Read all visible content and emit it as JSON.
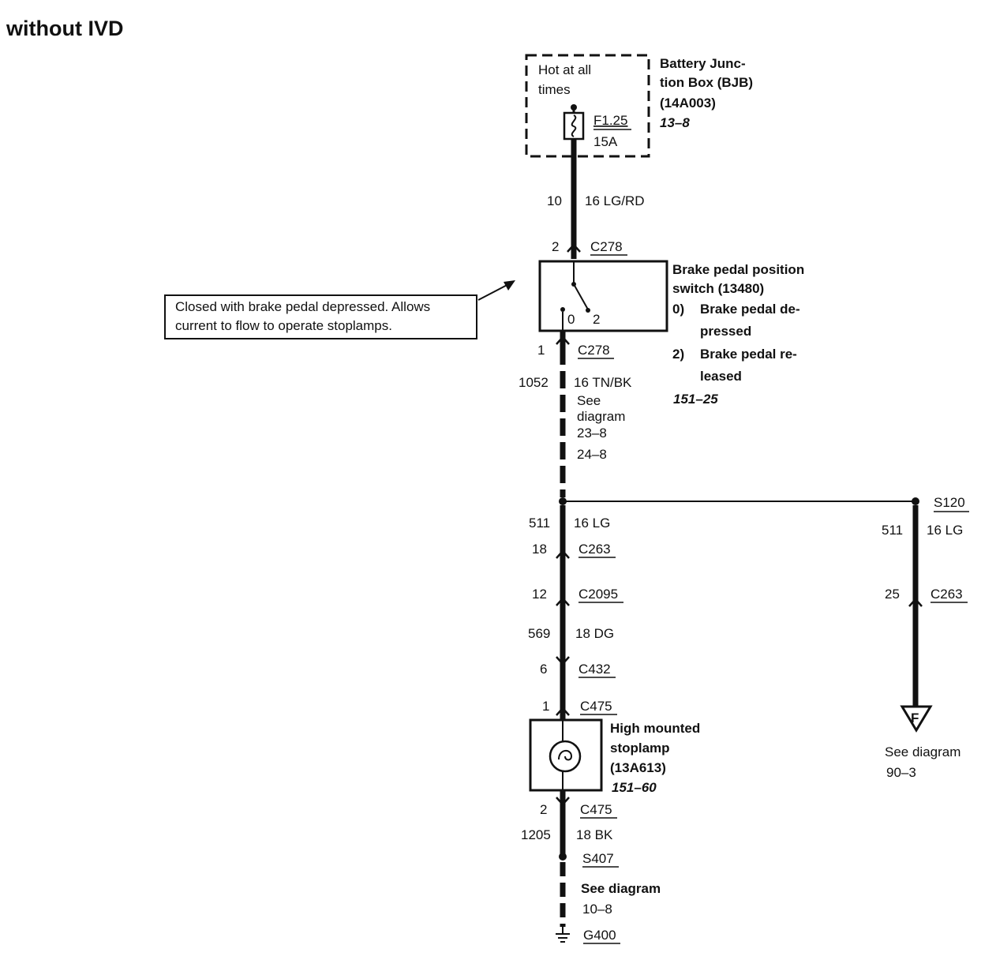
{
  "title": "without IVD",
  "bjb": {
    "hot_at_all_times_l1": "Hot at all",
    "hot_at_all_times_l2": "times",
    "fuse_id": "F1.25",
    "fuse_rating": "15A",
    "name_l1": "Battery Junc-",
    "name_l2": "tion Box (BJB)",
    "name_l3": "(14A003)",
    "ref": "13–8"
  },
  "wire_10": {
    "circuit": "10",
    "spec": "16 LG/RD"
  },
  "c278_in": {
    "pin": "2",
    "connector": "C278"
  },
  "switch": {
    "name_l1": "Brake pedal position",
    "name_l2": "switch (13480)",
    "state0_num": "0)",
    "state0_l1": "Brake pedal de-",
    "state0_l2": "pressed",
    "state2_num": "2)",
    "state2_l1": "Brake pedal re-",
    "state2_l2": "leased",
    "ref": "151–25",
    "pos0": "0",
    "pos2": "2"
  },
  "note": {
    "line1": "Closed with brake pedal depressed. Allows",
    "line2": "current to flow to operate stoplamps."
  },
  "c278_out": {
    "pin": "1",
    "connector": "C278"
  },
  "wire_1052": {
    "circuit": "1052",
    "spec": "16 TN/BK",
    "see_l1": "See",
    "see_l2": "diagram",
    "see_l3": "23–8",
    "see_l4": "24–8"
  },
  "splice_s120": "S120",
  "left_branch": {
    "w511_circuit": "511",
    "w511_spec": "16 LG",
    "c263_pin": "18",
    "c263": "C263",
    "c2095_pin": "12",
    "c2095": "C2095",
    "w569_circuit": "569",
    "w569_spec": "18 DG",
    "c432_pin": "6",
    "c432": "C432",
    "c475_pin": "1",
    "c475": "C475"
  },
  "right_branch": {
    "w511_circuit": "511",
    "w511_spec": "16 LG",
    "c263_pin": "25",
    "c263": "C263",
    "connector_letter": "F",
    "see_l1": "See diagram",
    "see_l2": "90–3"
  },
  "stoplamp": {
    "name_l1": "High mounted",
    "name_l2": "stoplamp",
    "name_l3": "(13A613)",
    "ref": "151–60"
  },
  "ground_run": {
    "c475_pin": "2",
    "c475": "C475",
    "w1205_circuit": "1205",
    "w1205_spec": "18 BK",
    "splice": "S407",
    "see_l1": "See diagram",
    "see_l2": "10–8",
    "ground": "G400"
  }
}
